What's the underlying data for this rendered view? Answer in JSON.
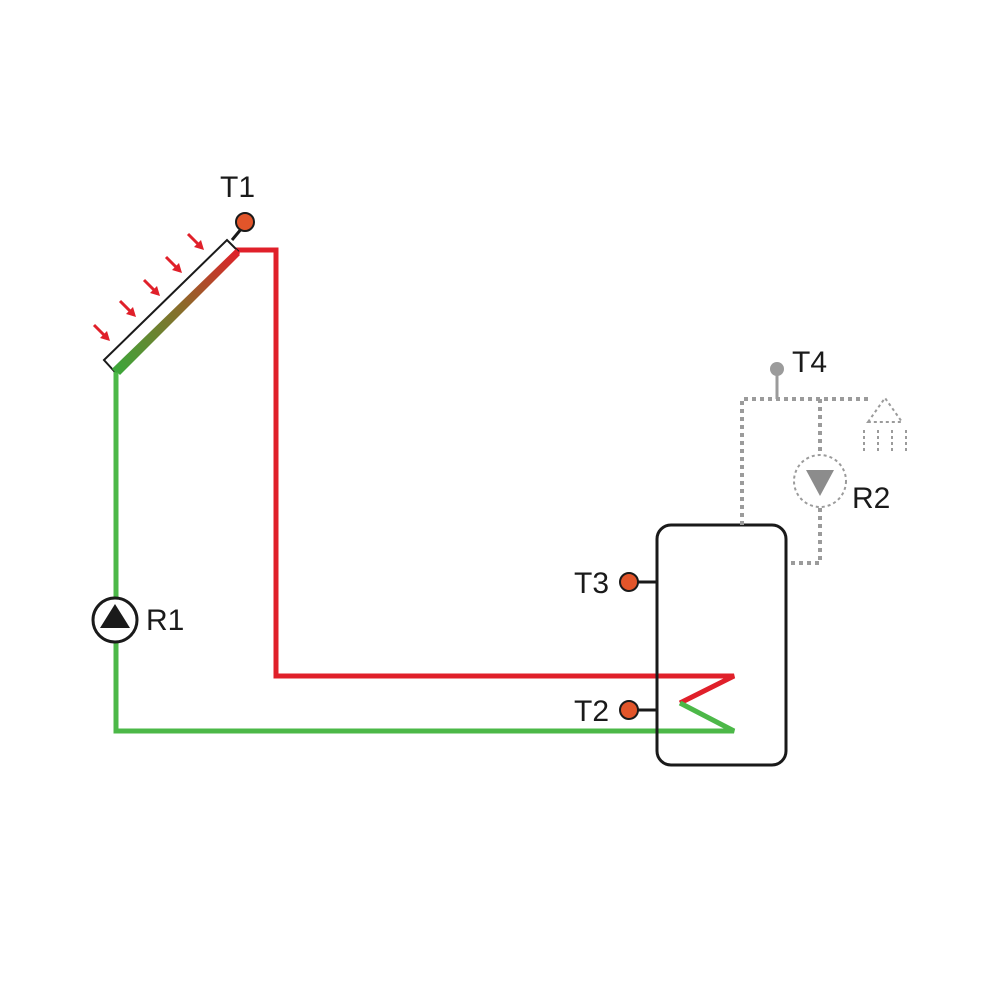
{
  "labels": {
    "t1": "T1",
    "t2": "T2",
    "t3": "T3",
    "t4": "T4",
    "r1": "R1",
    "r2": "R2"
  },
  "colors": {
    "hot_line": "#e0202a",
    "cold_line": "#4cb848",
    "sensor": "#e2552a",
    "outline": "#1a1a1a",
    "optional_circuit": "#9b9b9b",
    "sun_arrow": "#e0202a"
  },
  "icons": {
    "collector": "solar-collector-icon",
    "pump_r1": "pump-icon",
    "pump_r2": "pump-icon",
    "tap": "shower-icon",
    "sun": "sun-ray-arrow-icon"
  }
}
